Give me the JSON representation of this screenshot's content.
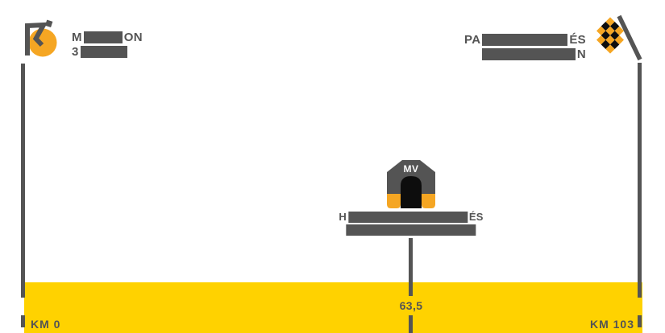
{
  "colors": {
    "gray": "#545454",
    "orange": "#F5A623",
    "yellow": "#FFD200",
    "dark": "#0D0D0D",
    "white": "#FFFFFF"
  },
  "route": {
    "start": {
      "line1": [
        "M",
        "ON"
      ],
      "line2": [
        "3"
      ]
    },
    "finish": {
      "line1": [
        "PA",
        "ÉS"
      ],
      "line2": [
        "N"
      ]
    },
    "intermediate": {
      "badge": "MV",
      "line1": [
        "H",
        "ÉS"
      ],
      "km": "63,5"
    },
    "axis": {
      "start": "KM 0",
      "end": "KM 103"
    }
  },
  "icons": {
    "start": "rider-start-icon",
    "finish": "checkered-flag-icon",
    "intermediate": "mv-arch-icon"
  }
}
